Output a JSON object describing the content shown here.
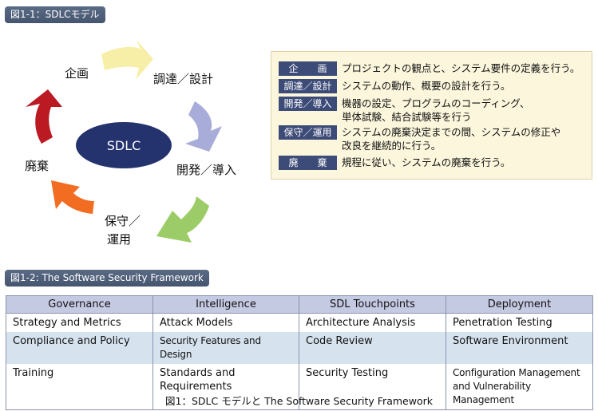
{
  "fig1_label": "図1-1：SDLCモデル",
  "sdlc_center": "SDLC",
  "stages": {
    "plan": "企画",
    "design": "調達／設計",
    "dev": "開発／導入",
    "ops_line1": "保守／",
    "ops_line2": "運用",
    "dispose": "廃棄"
  },
  "arrow_colors": {
    "plan": "#f7efa8",
    "design": "#a8acd8",
    "dev": "#9ccc68",
    "ops": "#f26d22",
    "dispose": "#bb1a22",
    "center": "#24336e"
  },
  "legend": [
    {
      "tag": "企　　画",
      "desc": "プロジェクトの観点と、システム要件の定義を行う。"
    },
    {
      "tag": "調達／設計",
      "desc": "システムの動作、概要の設計を行う。"
    },
    {
      "tag": "開発／導入",
      "desc": "機器の設定、プログラムのコーディング、\n単体試験、結合試験等を行う"
    },
    {
      "tag": "保守／運用",
      "desc": "システムの廃棄決定までの間、システムの修正や\n改良を継続的に行う。"
    },
    {
      "tag": "廃　　棄",
      "desc": "規程に従い、システムの廃棄を行う。"
    }
  ],
  "fig2_label": "図1-2: The Software Security Framework",
  "table": {
    "headers": [
      "Governance",
      "Intelligence",
      "SDL Touchpoints",
      "Deployment"
    ],
    "rows": [
      [
        "Strategy and Metrics",
        "Attack Models",
        "Architecture Analysis",
        "Penetration Testing"
      ],
      [
        "Compliance and Policy",
        "Security Features and Design",
        "Code Review",
        "Software Environment"
      ],
      [
        "Training",
        "Standards and\nRequirements",
        "Security Testing",
        "Configuration Management\nand Vulnerability Management"
      ]
    ]
  },
  "caption": "図1：SDLC モデルと The Software Security Framework"
}
